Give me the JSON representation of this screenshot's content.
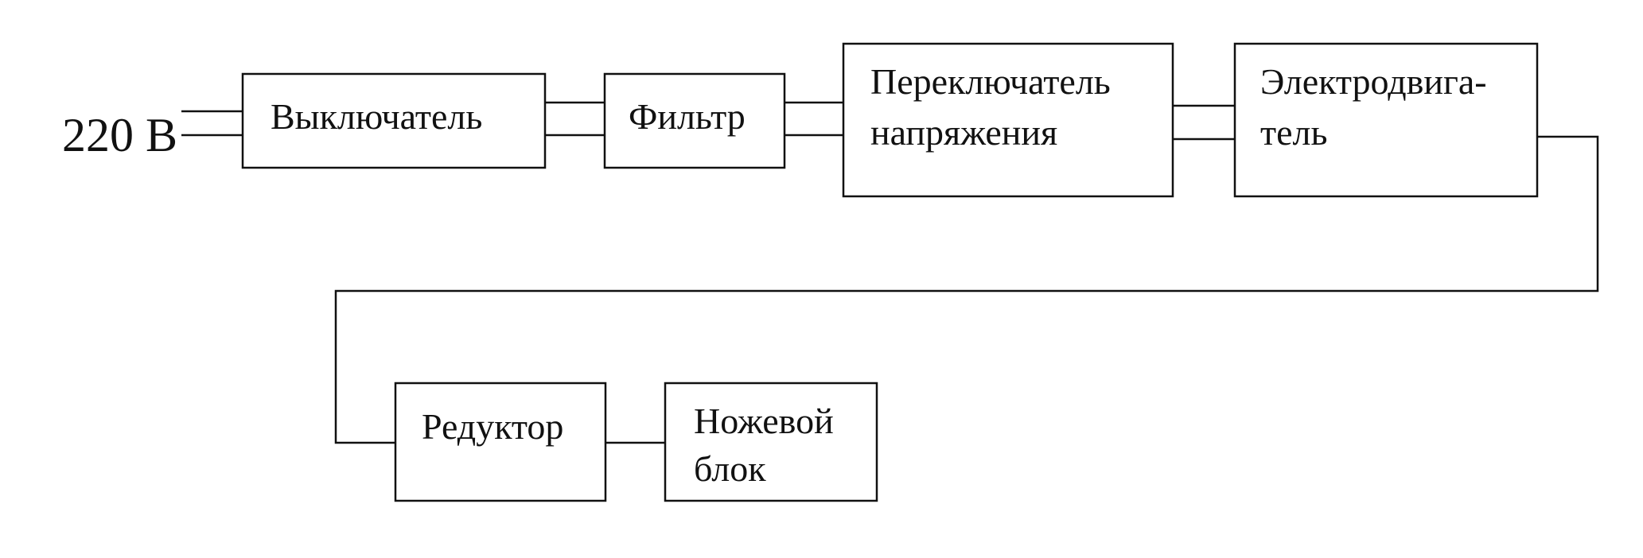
{
  "diagram": {
    "source_label": "220 В",
    "blocks": {
      "switch": "Выключатель",
      "filter": "Фильтр",
      "voltage_switch": [
        "Переключатель",
        "напряжения"
      ],
      "motor": [
        "Электродвига-",
        "тель"
      ],
      "reducer": "Редуктор",
      "knife_block": [
        "Ножевой",
        "блок"
      ]
    },
    "colors": {
      "line": "#111111",
      "background": "#ffffff"
    }
  }
}
